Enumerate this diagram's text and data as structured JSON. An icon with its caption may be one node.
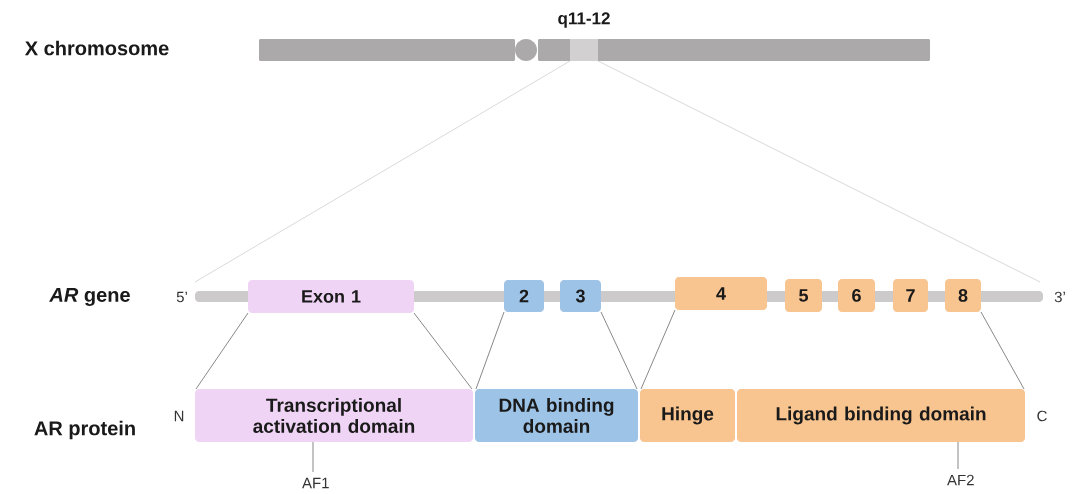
{
  "diagram": {
    "nodes": [
      {
        "text": [],
        "shape": "box",
        "beside": [
          "q11-12"
        ]
      },
      {
        "text": [],
        "shape": "bar",
        "beside": [
          "5’",
          "3’"
        ]
      },
      {
        "text": [
          "Exon 1"
        ]
      },
      {
        "text": [
          "2"
        ]
      },
      {
        "text": [
          "3"
        ]
      },
      {
        "text": [
          "4"
        ]
      },
      {
        "text": [
          "5"
        ]
      },
      {
        "text": [
          "6"
        ]
      },
      {
        "text": [
          "7"
        ]
      },
      {
        "text": [
          "8"
        ]
      },
      {
        "text": [
          "Transcriptional activation domain"
        ],
        "beside": [
          "N"
        ]
      },
      {
        "text": [
          "DNA binding domain"
        ]
      },
      {
        "text": [
          "Hinge"
        ]
      },
      {
        "text": [
          "Ligand binding domain"
        ],
        "beside": [
          "C"
        ]
      },
      {
        "text": [
          "AF1"
        ]
      },
      {
        "text": [
          "AF2"
        ]
      }
    ],
    "edges": [
      {
        "from": 0,
        "to": 1,
        "arrow": "none",
        "color": "#c8c8c8"
      },
      {
        "from": 0,
        "to": 1,
        "arrow": "none",
        "color": "#c8c8c8"
      },
      {
        "from": 2,
        "to": 10,
        "arrow": "none"
      },
      {
        "from": 2,
        "to": 10,
        "arrow": "none"
      },
      {
        "from": 3,
        "to": 11,
        "arrow": "none"
      },
      {
        "from": 4,
        "to": 11,
        "arrow": "none"
      },
      {
        "from": 5,
        "to": 12,
        "arrow": "none"
      },
      {
        "from": 9,
        "to": 13,
        "arrow": "none"
      },
      {
        "from": 14,
        "to": 10,
        "arrow": "none"
      },
      {
        "from": 15,
        "to": 13,
        "arrow": "none"
      }
    ],
    "labels": [
      "X chromosome",
      "*AR* gene",
      "AR protein"
    ]
  }
}
